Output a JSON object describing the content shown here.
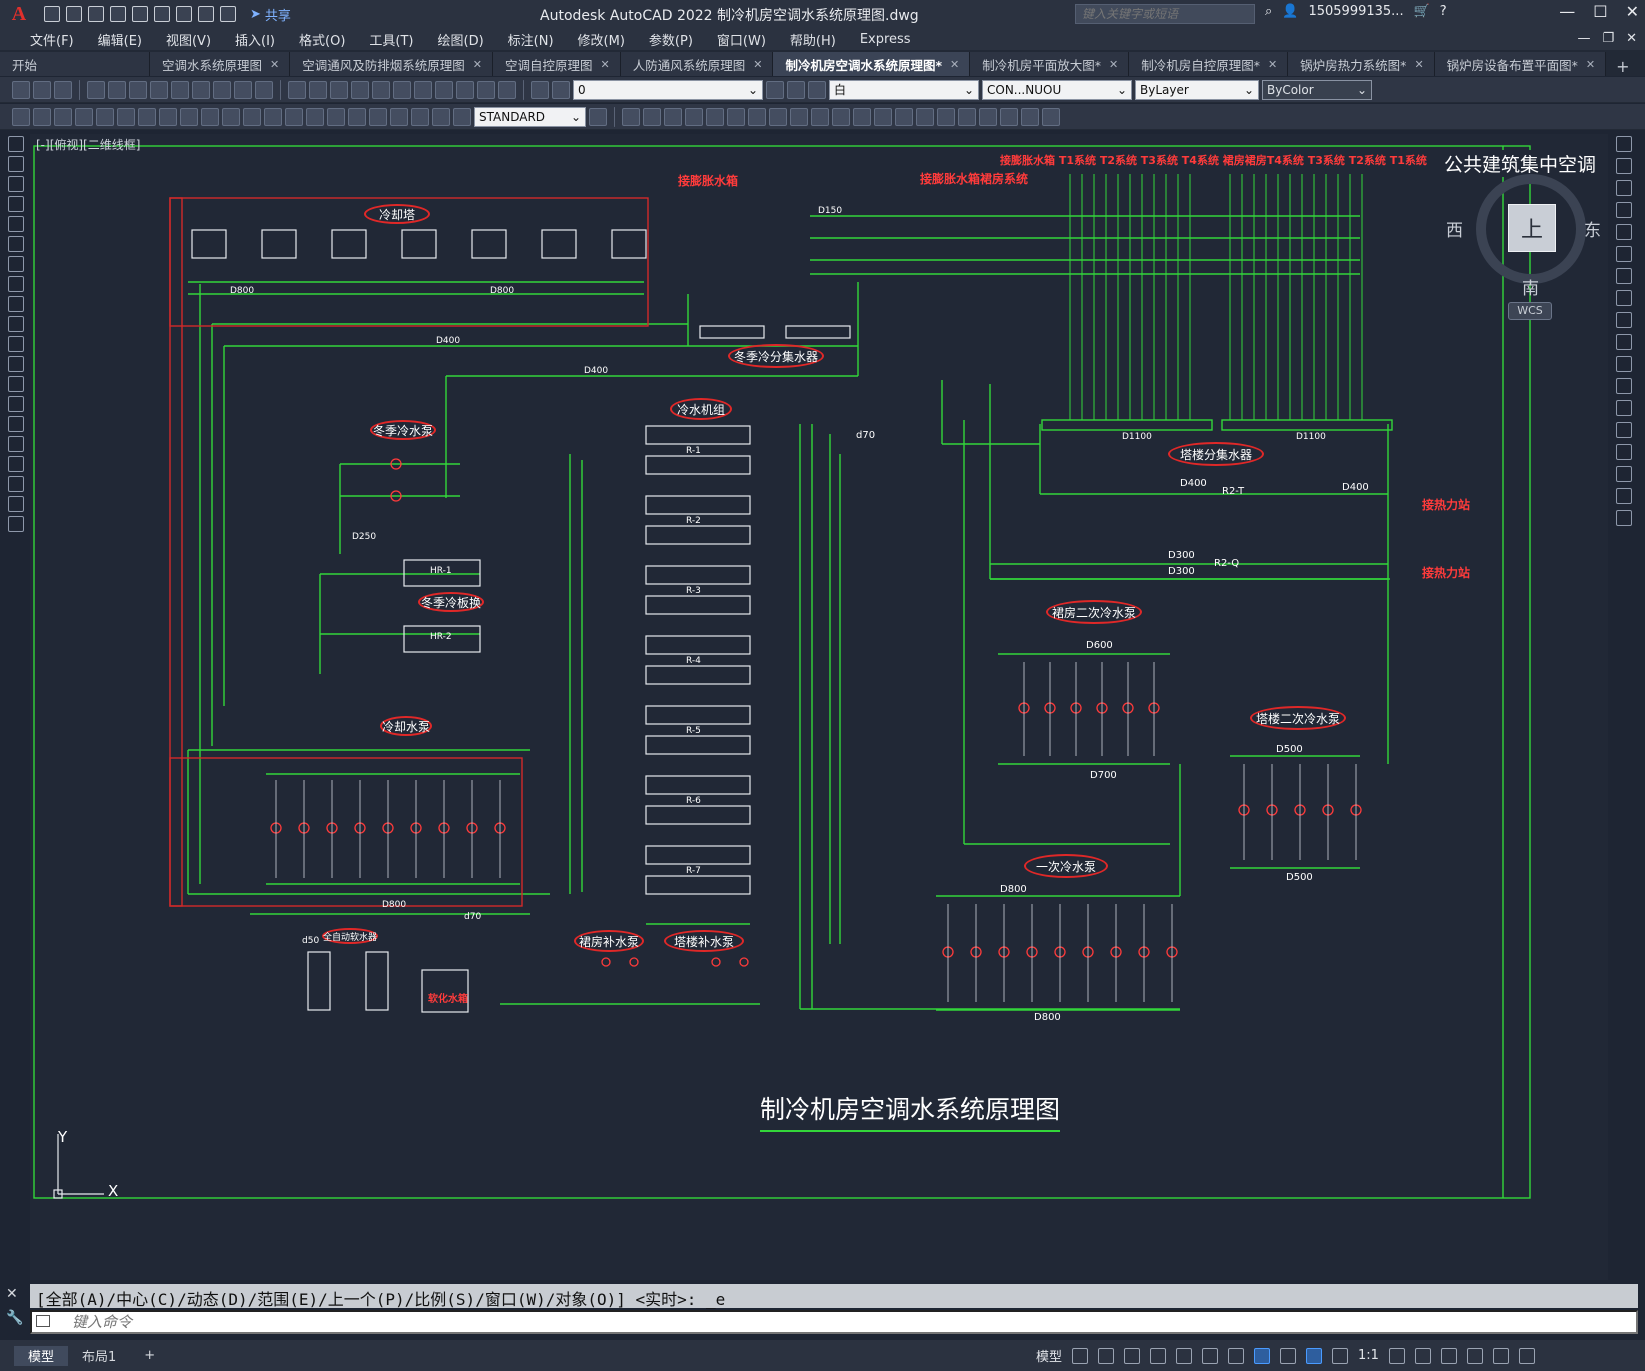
{
  "app": {
    "logo": "A",
    "window_title": "Autodesk AutoCAD 2022    制冷机房空调水系统原理图.dwg",
    "share_label": "共享",
    "search_placeholder": "键入关键字或短语",
    "user": "1505999135...",
    "window_controls": [
      "—",
      "☐",
      "✕"
    ]
  },
  "menu": {
    "items": [
      "文件(F)",
      "编辑(E)",
      "视图(V)",
      "插入(I)",
      "格式(O)",
      "工具(T)",
      "绘图(D)",
      "标注(N)",
      "修改(M)",
      "参数(P)",
      "窗口(W)",
      "帮助(H)",
      "Express"
    ]
  },
  "tabs": [
    {
      "label": "开始",
      "active": false
    },
    {
      "label": "空调水系统原理图",
      "active": false
    },
    {
      "label": "空调通风及防排烟系统原理图",
      "active": false
    },
    {
      "label": "空调自控原理图",
      "active": false
    },
    {
      "label": "人防通风系统原理图",
      "active": false
    },
    {
      "label": "制冷机房空调水系统原理图*",
      "active": true
    },
    {
      "label": "制冷机房平面放大图*",
      "active": false
    },
    {
      "label": "制冷机房自控原理图*",
      "active": false
    },
    {
      "label": "锅炉房热力系统图*",
      "active": false
    },
    {
      "label": "锅炉房设备布置平面图*",
      "active": false
    }
  ],
  "toolbar": {
    "layer_value": "0",
    "color_value": "白",
    "linetype_value": "CON...NUOU",
    "lineweight_value": "ByLayer",
    "plotstyle_value": "ByColor",
    "textstyle_value": "STANDARD"
  },
  "viewport": {
    "label": "[-][俯视][二维线框]",
    "banner": "公共建筑集中空调",
    "viewcube": {
      "top": "上",
      "west": "西",
      "east": "东",
      "south": "南",
      "wcs": "WCS"
    },
    "ucs_x": "X",
    "ucs_y": "Y"
  },
  "drawing": {
    "title": "制冷机房空调水系统原理图",
    "labels": {
      "cooling_tower": "冷却塔",
      "makeup_tank_1": "接膨胀水箱",
      "makeup_tank_2": "接膨胀水箱",
      "podium_system": "裙房系统",
      "tower_systems": "接膨胀水箱 T1系统 T2系统 T3系统 T4系统 裙房裙房T4系统 T3系统 T2系统 T1系统",
      "winter_collector": "冬季冷分集水器",
      "winter_pump": "冬季冷水泵",
      "winter_hx": "冬季冷板换",
      "chiller_group": "冷水机组",
      "cooling_pump": "冷却水泵",
      "tower_collector": "塔楼分集水器",
      "to_heat_1": "接热力站",
      "to_heat_2": "接热力站",
      "podium_secondary_pump": "裙房二次冷水泵",
      "tower_secondary_pump": "塔楼二次冷水泵",
      "primary_pump": "一次冷水泵",
      "podium_makeup_pump": "裙房补水泵",
      "tower_makeup_pump": "塔楼补水泵",
      "softener": "全自动软水器",
      "soft_tank": "软化水箱",
      "chillers": [
        "R-1",
        "R-2",
        "R-3",
        "R-4",
        "R-5",
        "R-6",
        "R-7"
      ],
      "hx": [
        "HR-1",
        "HR-2"
      ],
      "pipe_sizes": {
        "d800": "D800",
        "d600": "D600",
        "d500": "D500",
        "d400": "D400",
        "d300": "D300",
        "d150": "D150",
        "d70": "d70",
        "d1100": "D1100",
        "d700": "D700",
        "d250": "D250",
        "d50": "d50"
      },
      "pipe_codes": {
        "r2t": "R2-T",
        "r2q": "R2-Q"
      }
    }
  },
  "command": {
    "history": "[全部(A)/中心(C)/动态(D)/范围(E)/上一个(P)/比例(S)/窗口(W)/对象(O)] <实时>: _e",
    "placeholder": "键入命令"
  },
  "status": {
    "layout_tabs": [
      "模型",
      "布局1"
    ],
    "model_label": "模型",
    "scale": "1:1"
  },
  "colors": {
    "pipe": "#33d63a",
    "annotation": "#ff3b3b",
    "frame": "#d22a2a",
    "background": "#212836"
  }
}
